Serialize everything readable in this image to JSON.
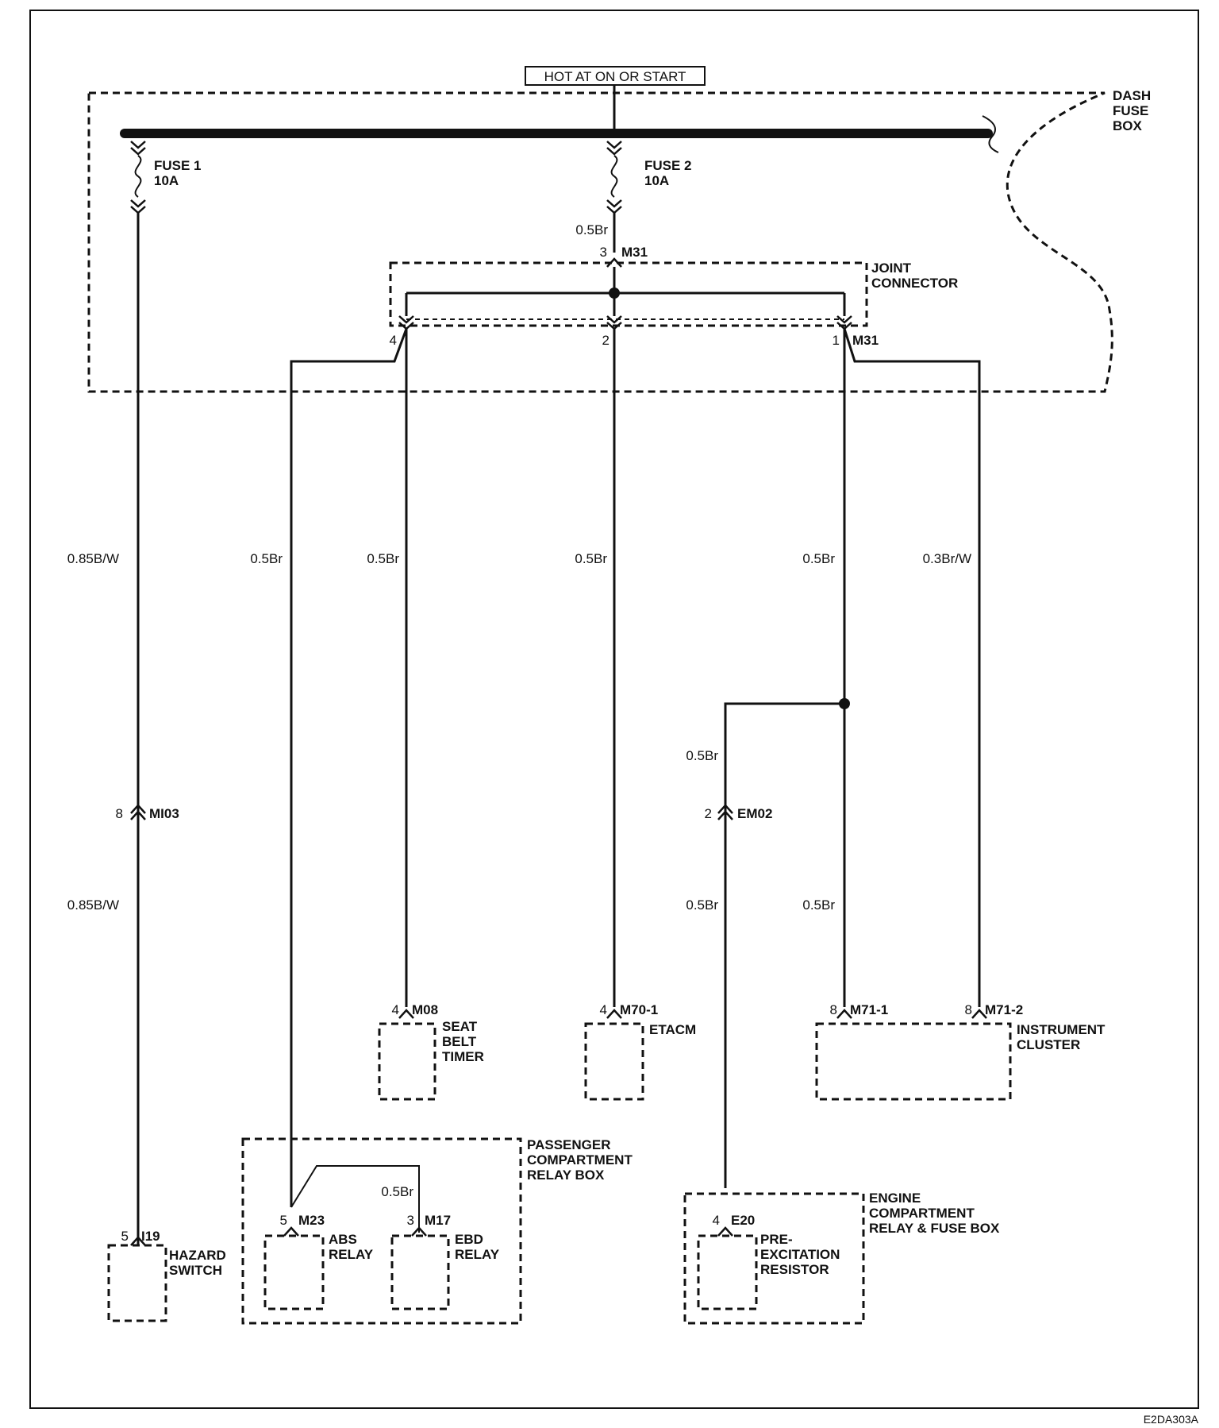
{
  "power_source": "HOT AT ON OR START",
  "dash_fuse_box": [
    "DASH",
    "FUSE",
    "BOX"
  ],
  "fuse1": {
    "name": "FUSE 1",
    "rating": "10A"
  },
  "fuse2": {
    "name": "FUSE 2",
    "rating": "10A"
  },
  "joint_connector": [
    "JOINT",
    "CONNECTOR"
  ],
  "joint_connector_id": "M31",
  "joint_pins": {
    "input": "3",
    "left": "4",
    "center": "2",
    "right": "1"
  },
  "wires": {
    "fuse2_out": "0.5Br",
    "hazard_upper": "0.85B/W",
    "hazard_lower": "0.85B/W",
    "abs": "0.5Br",
    "seat_belt": "0.5Br",
    "etacm": "0.5Br",
    "right_main": "0.5Br",
    "cluster_2": "0.3Br/W",
    "branch_upper": "0.5Br",
    "branch_lower": "0.5Br",
    "cluster_1_lower": "0.5Br",
    "ebd": "0.5Br"
  },
  "inline_connectors": {
    "mi03": {
      "pin": "8",
      "id": "MI03"
    },
    "em02": {
      "pin": "2",
      "id": "EM02"
    }
  },
  "components": {
    "seat_belt_timer": {
      "pin": "4",
      "connector": "M08",
      "name": [
        "SEAT",
        "BELT",
        "TIMER"
      ]
    },
    "etacm": {
      "pin": "4",
      "connector": "M70-1",
      "name": [
        "ETACM"
      ]
    },
    "instrument_cluster": {
      "name": [
        "INSTRUMENT",
        "CLUSTER"
      ],
      "pin1": "8",
      "connector1": "M71-1",
      "pin2": "8",
      "connector2": "M71-2"
    },
    "hazard_switch": {
      "pin": "5",
      "connector": "I19",
      "name": [
        "HAZARD",
        "SWITCH"
      ]
    },
    "passenger_relay_box": {
      "name": [
        "PASSENGER",
        "COMPARTMENT",
        "RELAY BOX"
      ],
      "abs_relay": {
        "pin": "5",
        "connector": "M23",
        "name": [
          "ABS",
          "RELAY"
        ]
      },
      "ebd_relay": {
        "pin": "3",
        "connector": "M17",
        "name": [
          "EBD",
          "RELAY"
        ]
      }
    },
    "engine_relay_box": {
      "name": [
        "ENGINE",
        "COMPARTMENT",
        "RELAY & FUSE BOX"
      ],
      "pre_excitation": {
        "pin": "4",
        "connector": "E20",
        "name": [
          "PRE-",
          "EXCITATION",
          "RESISTOR"
        ]
      }
    }
  },
  "figure_code": "E2DA303A"
}
